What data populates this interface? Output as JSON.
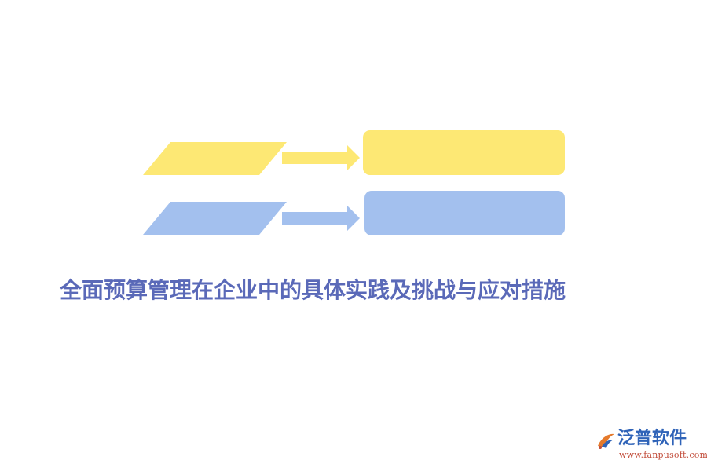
{
  "title": {
    "text": "全面预算管理在企业中的具体实践及挑战与应对措施",
    "color": "#5a69b8"
  },
  "diagram": {
    "rows": [
      {
        "name": "row-1",
        "parallelogram_color": "#fde874",
        "arrow_color": "#fde874",
        "box_color": "#fde874"
      },
      {
        "name": "row-2",
        "parallelogram_color": "#a3c0ee",
        "arrow_color": "#a3c0ee",
        "box_color": "#a3c0ee"
      }
    ]
  },
  "logo": {
    "name": "泛普软件",
    "url": "www.fanpusoft.com",
    "icon": "fanpu-logo-icon",
    "colors": {
      "text": "#2f63b8",
      "url": "#c24d3b",
      "accent": "#e57a2c"
    }
  }
}
